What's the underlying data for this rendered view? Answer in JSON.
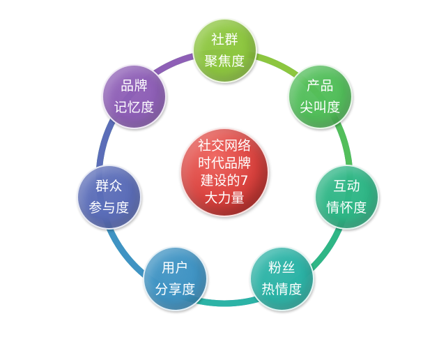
{
  "center": {
    "lines": [
      "社交网络",
      "时代品牌",
      "建设的7",
      "大力量"
    ],
    "color": "#d9413d"
  },
  "nodes": [
    {
      "key": "social",
      "lines": [
        "社群",
        "聚焦度"
      ],
      "color": "#8dc63f"
    },
    {
      "key": "product",
      "lines": [
        "产品",
        "尖叫度"
      ],
      "color": "#52be5a"
    },
    {
      "key": "interaction",
      "lines": [
        "互动",
        "情怀度"
      ],
      "color": "#2fb686"
    },
    {
      "key": "fans",
      "lines": [
        "粉丝",
        "热情度"
      ],
      "color": "#2cb3a6"
    },
    {
      "key": "user",
      "lines": [
        "用户",
        "分享度"
      ],
      "color": "#3f93c3"
    },
    {
      "key": "crowd",
      "lines": [
        "群众",
        "参与度"
      ],
      "color": "#5b6db8"
    },
    {
      "key": "brand",
      "lines": [
        "品牌",
        "记忆度"
      ],
      "color": "#8e5fb6"
    }
  ]
}
